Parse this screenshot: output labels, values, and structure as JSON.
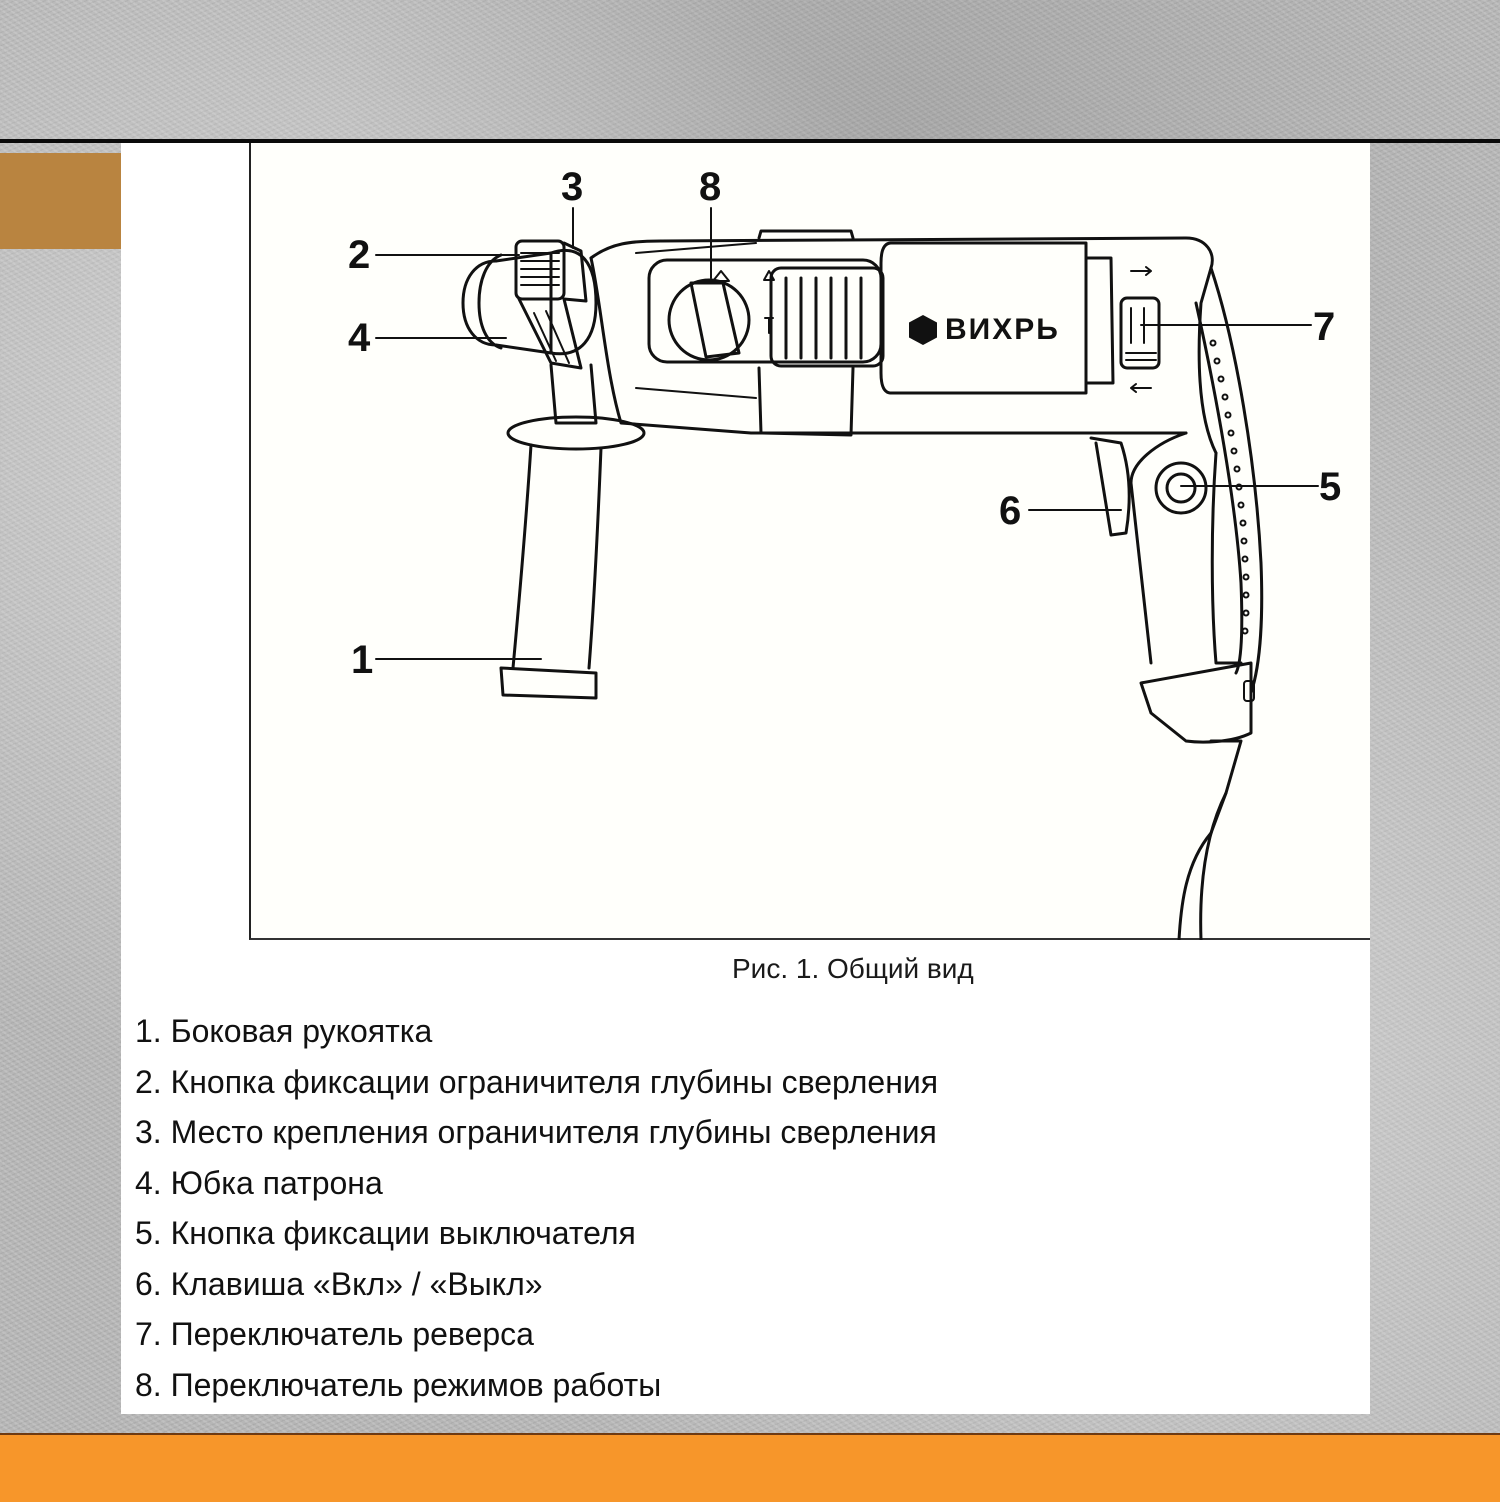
{
  "colors": {
    "accent_block": "#b98440",
    "footer_band": "#f7962a",
    "panel": "#ffffff",
    "rule": "#0a0a0a"
  },
  "figure": {
    "brand_logo_text": "ВИХРЬ",
    "callouts": [
      {
        "number": "1",
        "target": "side-handle"
      },
      {
        "number": "2",
        "target": "depth-stop-lock-button"
      },
      {
        "number": "3",
        "target": "depth-stop-mount"
      },
      {
        "number": "4",
        "target": "chuck-skirt"
      },
      {
        "number": "5",
        "target": "switch-lock-button"
      },
      {
        "number": "6",
        "target": "on-off-trigger"
      },
      {
        "number": "7",
        "target": "reverse-switch"
      },
      {
        "number": "8",
        "target": "mode-selector"
      }
    ],
    "caption": "Рис. 1. Общий вид"
  },
  "legend": {
    "items": [
      "1. Боковая рукоятка",
      "2. Кнопка фиксации ограничителя глубины сверления",
      "3. Место крепления ограничителя глубины сверления",
      "4. Юбка патрона",
      "5. Кнопка фиксации выключателя",
      "6. Клавиша «Вкл» / «Выкл»",
      "7. Переключатель реверса",
      "8. Переключатель режимов работы"
    ]
  }
}
